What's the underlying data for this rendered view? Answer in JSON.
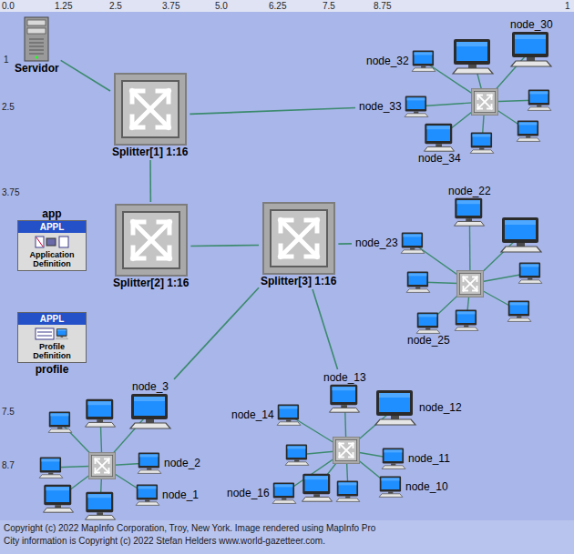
{
  "diagram": {
    "nodes": [
      {
        "text": [
          "Servidor"
        ]
      },
      {
        "text": [
          "Splitter[1] 1:16"
        ]
      },
      {
        "text": [
          "node_30"
        ]
      },
      {
        "text": [
          "node_32"
        ]
      },
      {
        "text": [
          "node_33"
        ]
      },
      {
        "text": [
          "node_34"
        ]
      },
      {
        "text": [
          "app",
          "APPL",
          "Application Definition"
        ]
      },
      {
        "text": [
          "Splitter[2] 1:16"
        ]
      },
      {
        "text": [
          "Splitter[3] 1:16"
        ]
      },
      {
        "text": [
          "node_22"
        ]
      },
      {
        "text": [
          "node_23"
        ]
      },
      {
        "text": [
          "node_25"
        ]
      },
      {
        "text": [
          "profile",
          "APPL",
          "Profile Definition"
        ]
      },
      {
        "text": [
          "node_3"
        ]
      },
      {
        "text": [
          "node_13"
        ]
      },
      {
        "text": [
          "node_14"
        ]
      },
      {
        "text": [
          "node_12"
        ]
      },
      {
        "text": [
          "node_2"
        ]
      },
      {
        "text": [
          "node_11"
        ]
      },
      {
        "text": [
          "node_1"
        ]
      },
      {
        "text": [
          "node_16"
        ]
      },
      {
        "text": [
          "node_10"
        ]
      }
    ],
    "edges": [
      {
        "from": 0,
        "to": 1,
        "arrow": "none"
      },
      {
        "from": 1,
        "to": 4,
        "arrow": "none"
      },
      {
        "from": 1,
        "to": 7,
        "arrow": "none"
      },
      {
        "from": 7,
        "to": 8,
        "arrow": "none"
      },
      {
        "from": 8,
        "to": 10,
        "arrow": "none"
      },
      {
        "from": 8,
        "to": 13,
        "arrow": "none"
      },
      {
        "from": 8,
        "to": 14,
        "arrow": "none"
      }
    ],
    "labels": [
      "0.0",
      "1.25",
      "2.5",
      "3.75",
      "5.0",
      "6.25",
      "7.5",
      "8.75",
      "1",
      "1",
      "2.5",
      "3.75",
      "7.5",
      "8.7",
      "Copyright (c) 2022 MapInfo Corporation, Troy, New York. Image rendered using MapInfo Pro",
      "City information is Copyright (c) 2022 Stefan Helders www.world-gazetteer.com."
    ]
  }
}
